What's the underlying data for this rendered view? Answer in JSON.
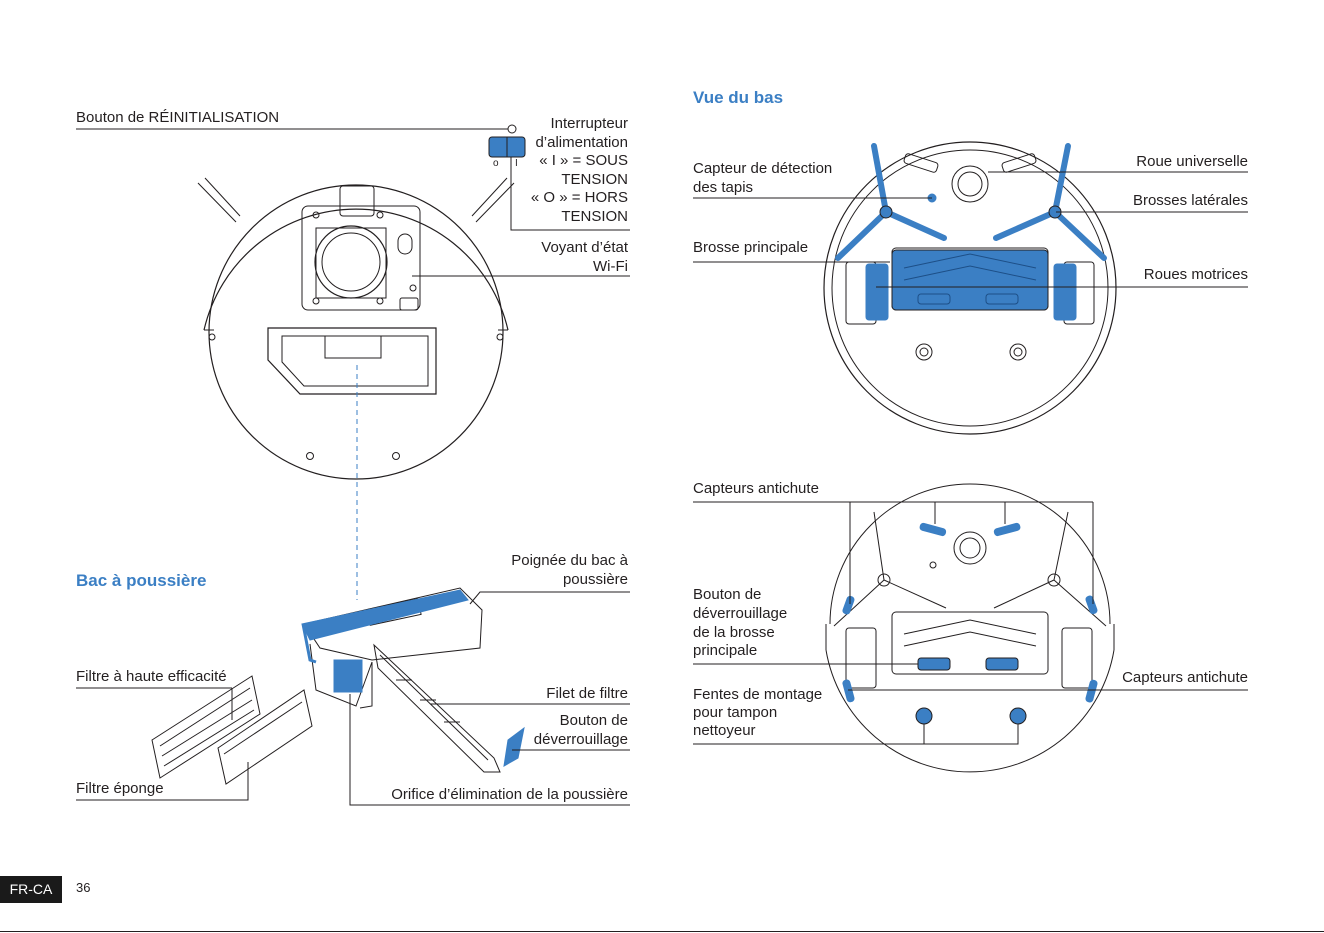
{
  "headings": {
    "dustbin": "Bac à poussière",
    "bottom_view": "Vue du bas"
  },
  "top_view": {
    "reset_button": "Bouton de RÉINITIALISATION",
    "power_switch": [
      "Interrupteur",
      "d’alimentation",
      "« I » = SOUS",
      "TENSION",
      "« O » = HORS",
      "TENSION"
    ],
    "wifi_light": [
      "Voyant d’état",
      "Wi-Fi"
    ]
  },
  "dustbin": {
    "handle": [
      "Poignée du bac à",
      "poussière"
    ],
    "hepa_filter": "Filtre à haute efficacité",
    "sponge_filter": "Filtre éponge",
    "filter_mesh": "Filet de filtre",
    "release_button": [
      "Bouton de",
      "déverrouillage"
    ],
    "dust_outlet": "Orifice d’élimination de la poussière"
  },
  "bottom_view": {
    "carpet_sensor": [
      "Capteur de détection",
      "des tapis"
    ],
    "main_brush": "Brosse principale",
    "universal_wheel": "Roue universelle",
    "side_brushes": "Brosses latérales",
    "drive_wheels": "Roues motrices"
  },
  "cliff_view": {
    "cliff_sensors_top": "Capteurs antichute",
    "brush_release": [
      "Bouton de",
      "déverrouillage",
      "de la brosse",
      "principale"
    ],
    "mop_slots": [
      "Fentes de montage",
      "pour tampon",
      "nettoyeur"
    ],
    "cliff_sensors_right": "Capteurs antichute"
  },
  "switch_marks": {
    "off": "o",
    "on": "I"
  },
  "footer": {
    "locale": "FR-CA",
    "page": "36"
  },
  "colors": {
    "accent": "#3b7fc4",
    "line": "#231f20"
  }
}
